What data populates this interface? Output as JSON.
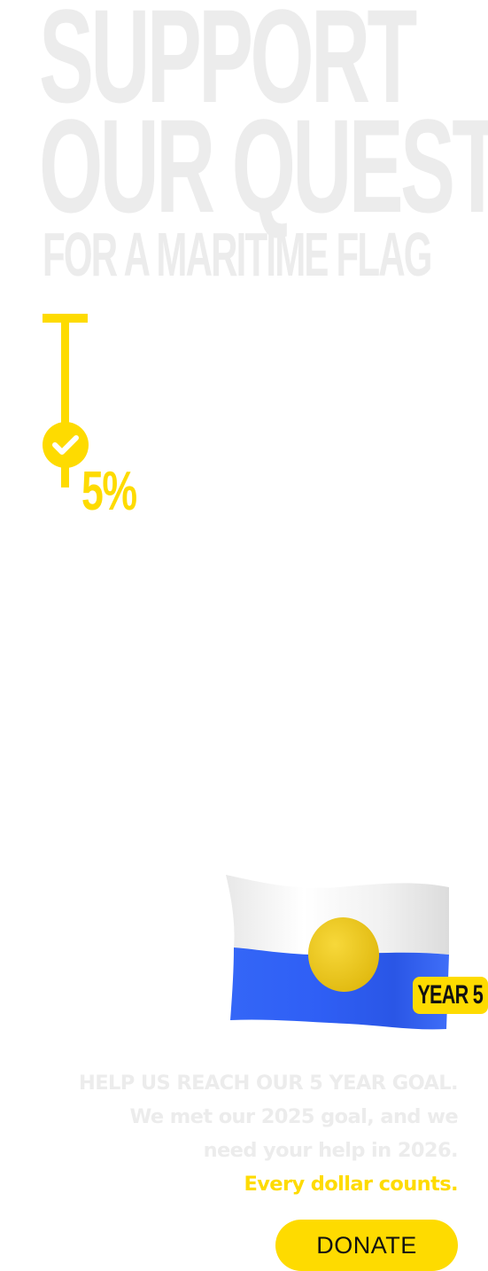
{
  "hero": {
    "line1": "SUPPORT",
    "line2": "OUR QUEST",
    "line3": "FOR A MARITIME FLAG"
  },
  "progress": {
    "percent_label": "5%",
    "value_percent": 5,
    "icon": "check-icon"
  },
  "flag": {
    "icon": "maritime-flag-icon",
    "colors": {
      "top": "#f4f4f4",
      "bottom": "#2f5ff5",
      "disc": "#f2cc1e"
    }
  },
  "year_badge": {
    "label": "YEAR 5"
  },
  "message": {
    "line1": "HELP US REACH OUR 5 YEAR GOAL.",
    "line2": "We met our 2025 goal, and we",
    "line3": "need your help in 2026.",
    "line4": "Every dollar counts."
  },
  "donate": {
    "label": "DONATE"
  },
  "colors": {
    "accent": "#fedb00",
    "muted_text": "#ececec",
    "background": "#ffffff"
  }
}
